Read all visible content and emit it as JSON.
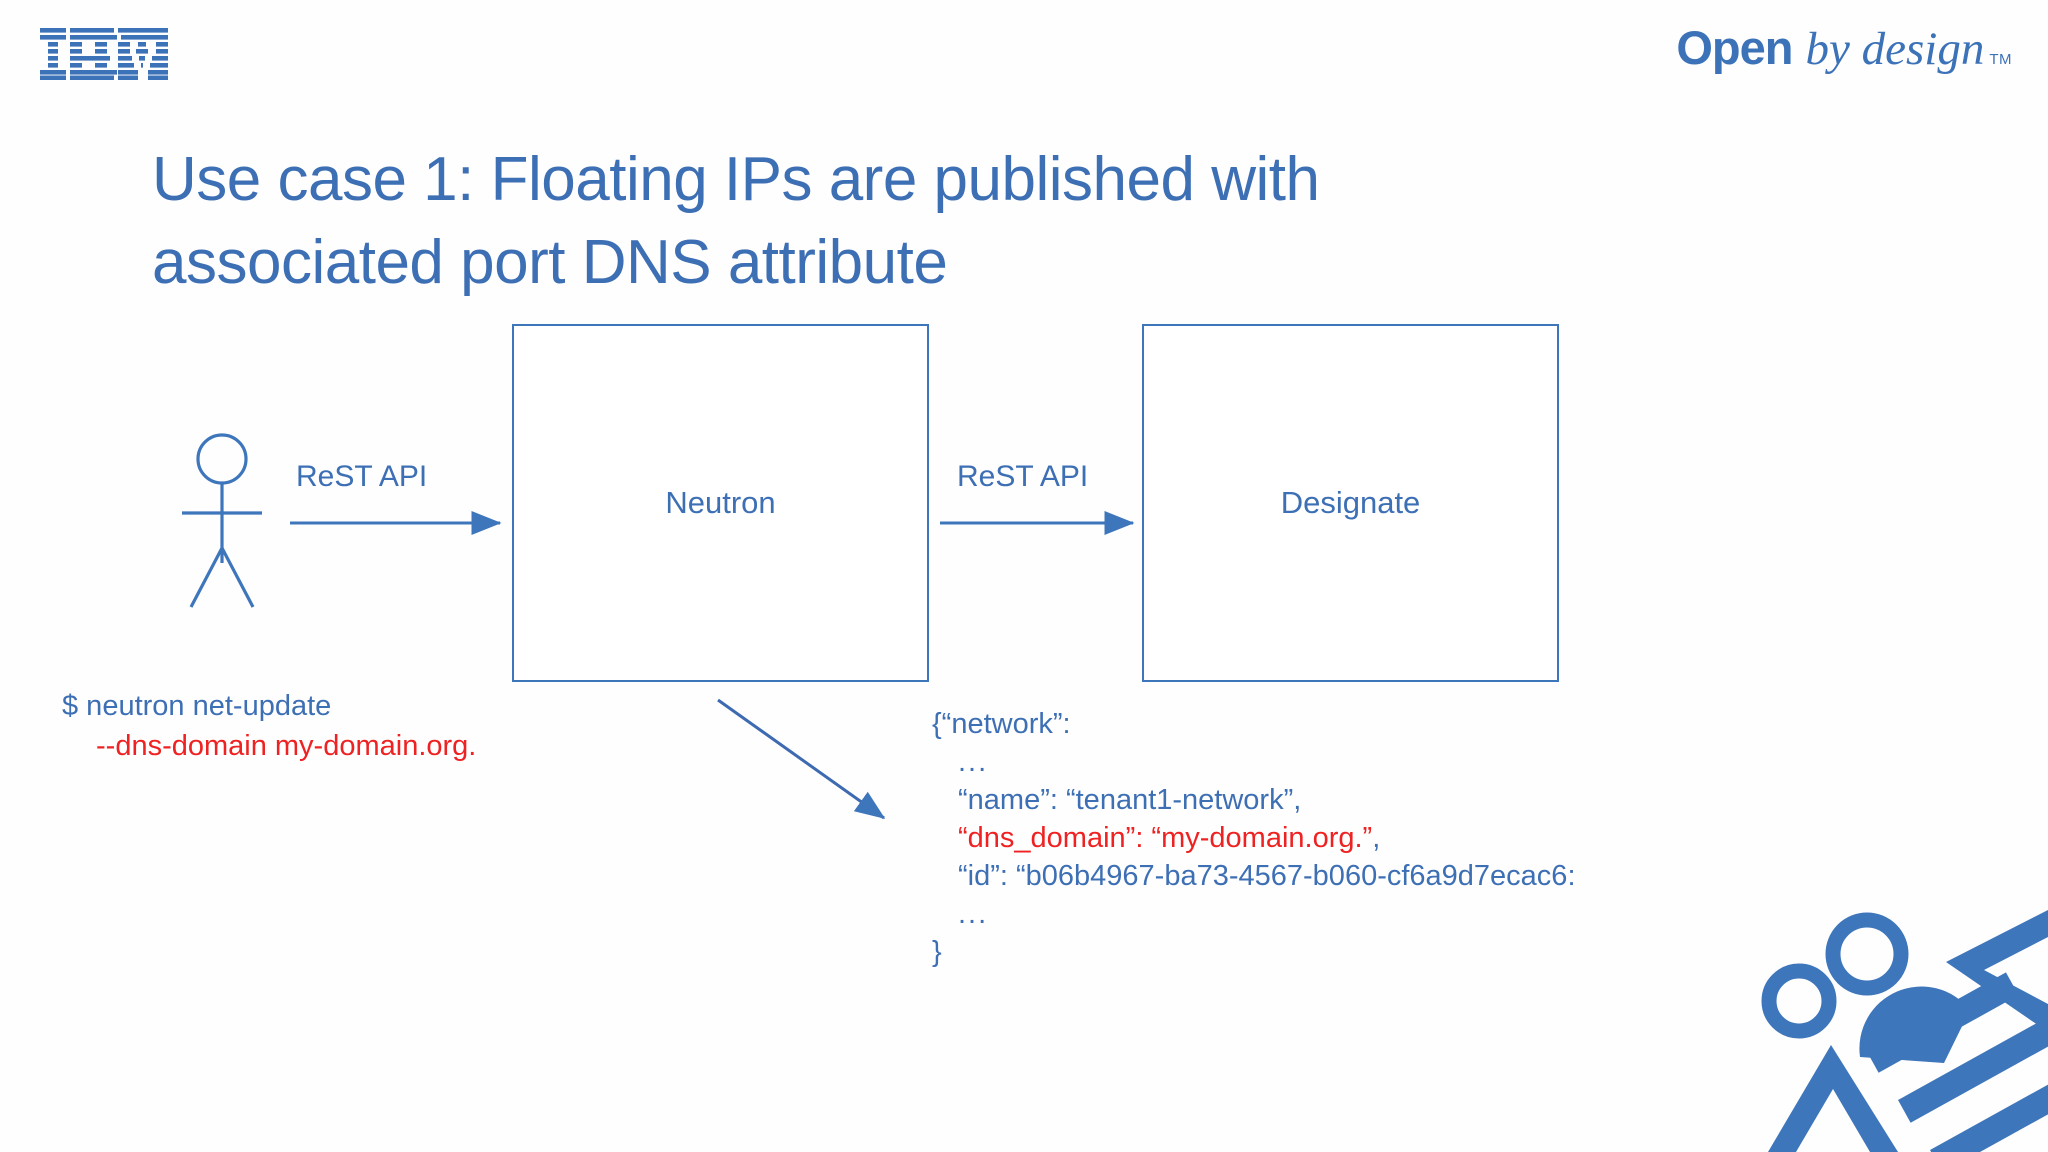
{
  "brand": {
    "ibm_logo_name": "IBM",
    "open": "Open",
    "by_design": "by design",
    "tm": "TM",
    "brand_color": "#3c72b8"
  },
  "title": {
    "line1": "Use case 1: Floating IPs are published with",
    "line2": "associated port DNS attribute",
    "color": "#3d6fb4"
  },
  "diagram": {
    "actor_name": "user-actor",
    "boxes": [
      {
        "id": "neutron",
        "label": "Neutron"
      },
      {
        "id": "designate",
        "label": "Designate"
      }
    ],
    "edges": [
      {
        "id": "actor-to-neutron",
        "label": "ReST API"
      },
      {
        "id": "neutron-to-designate",
        "label": "ReST API"
      },
      {
        "id": "neutron-to-json",
        "label": ""
      }
    ],
    "stroke_color": "#3d76bb"
  },
  "cli": {
    "line1": "$ neutron net-update",
    "line2": "--dns-domain my-domain.org.",
    "line1_color": "#3d6fb4",
    "line2_color": "#ee2222"
  },
  "json_payload": {
    "line1": "{“network”:",
    "line2": "...",
    "line3": "“name”: “tenant1-network”,",
    "line4_red": "“dns_domain”: “my-domain.org.”",
    "line4_tail": ",",
    "line5": "“id”: “b06b4967-ba73-4567-b060-cf6a9d7ecac6:",
    "line6": "...",
    "line7": "}",
    "highlight_color": "#ee2222",
    "text_color": "#3d6fb4"
  },
  "decoration": {
    "corner_graphic_name": "openstack-corner-graphic",
    "color": "#3d76bb"
  }
}
